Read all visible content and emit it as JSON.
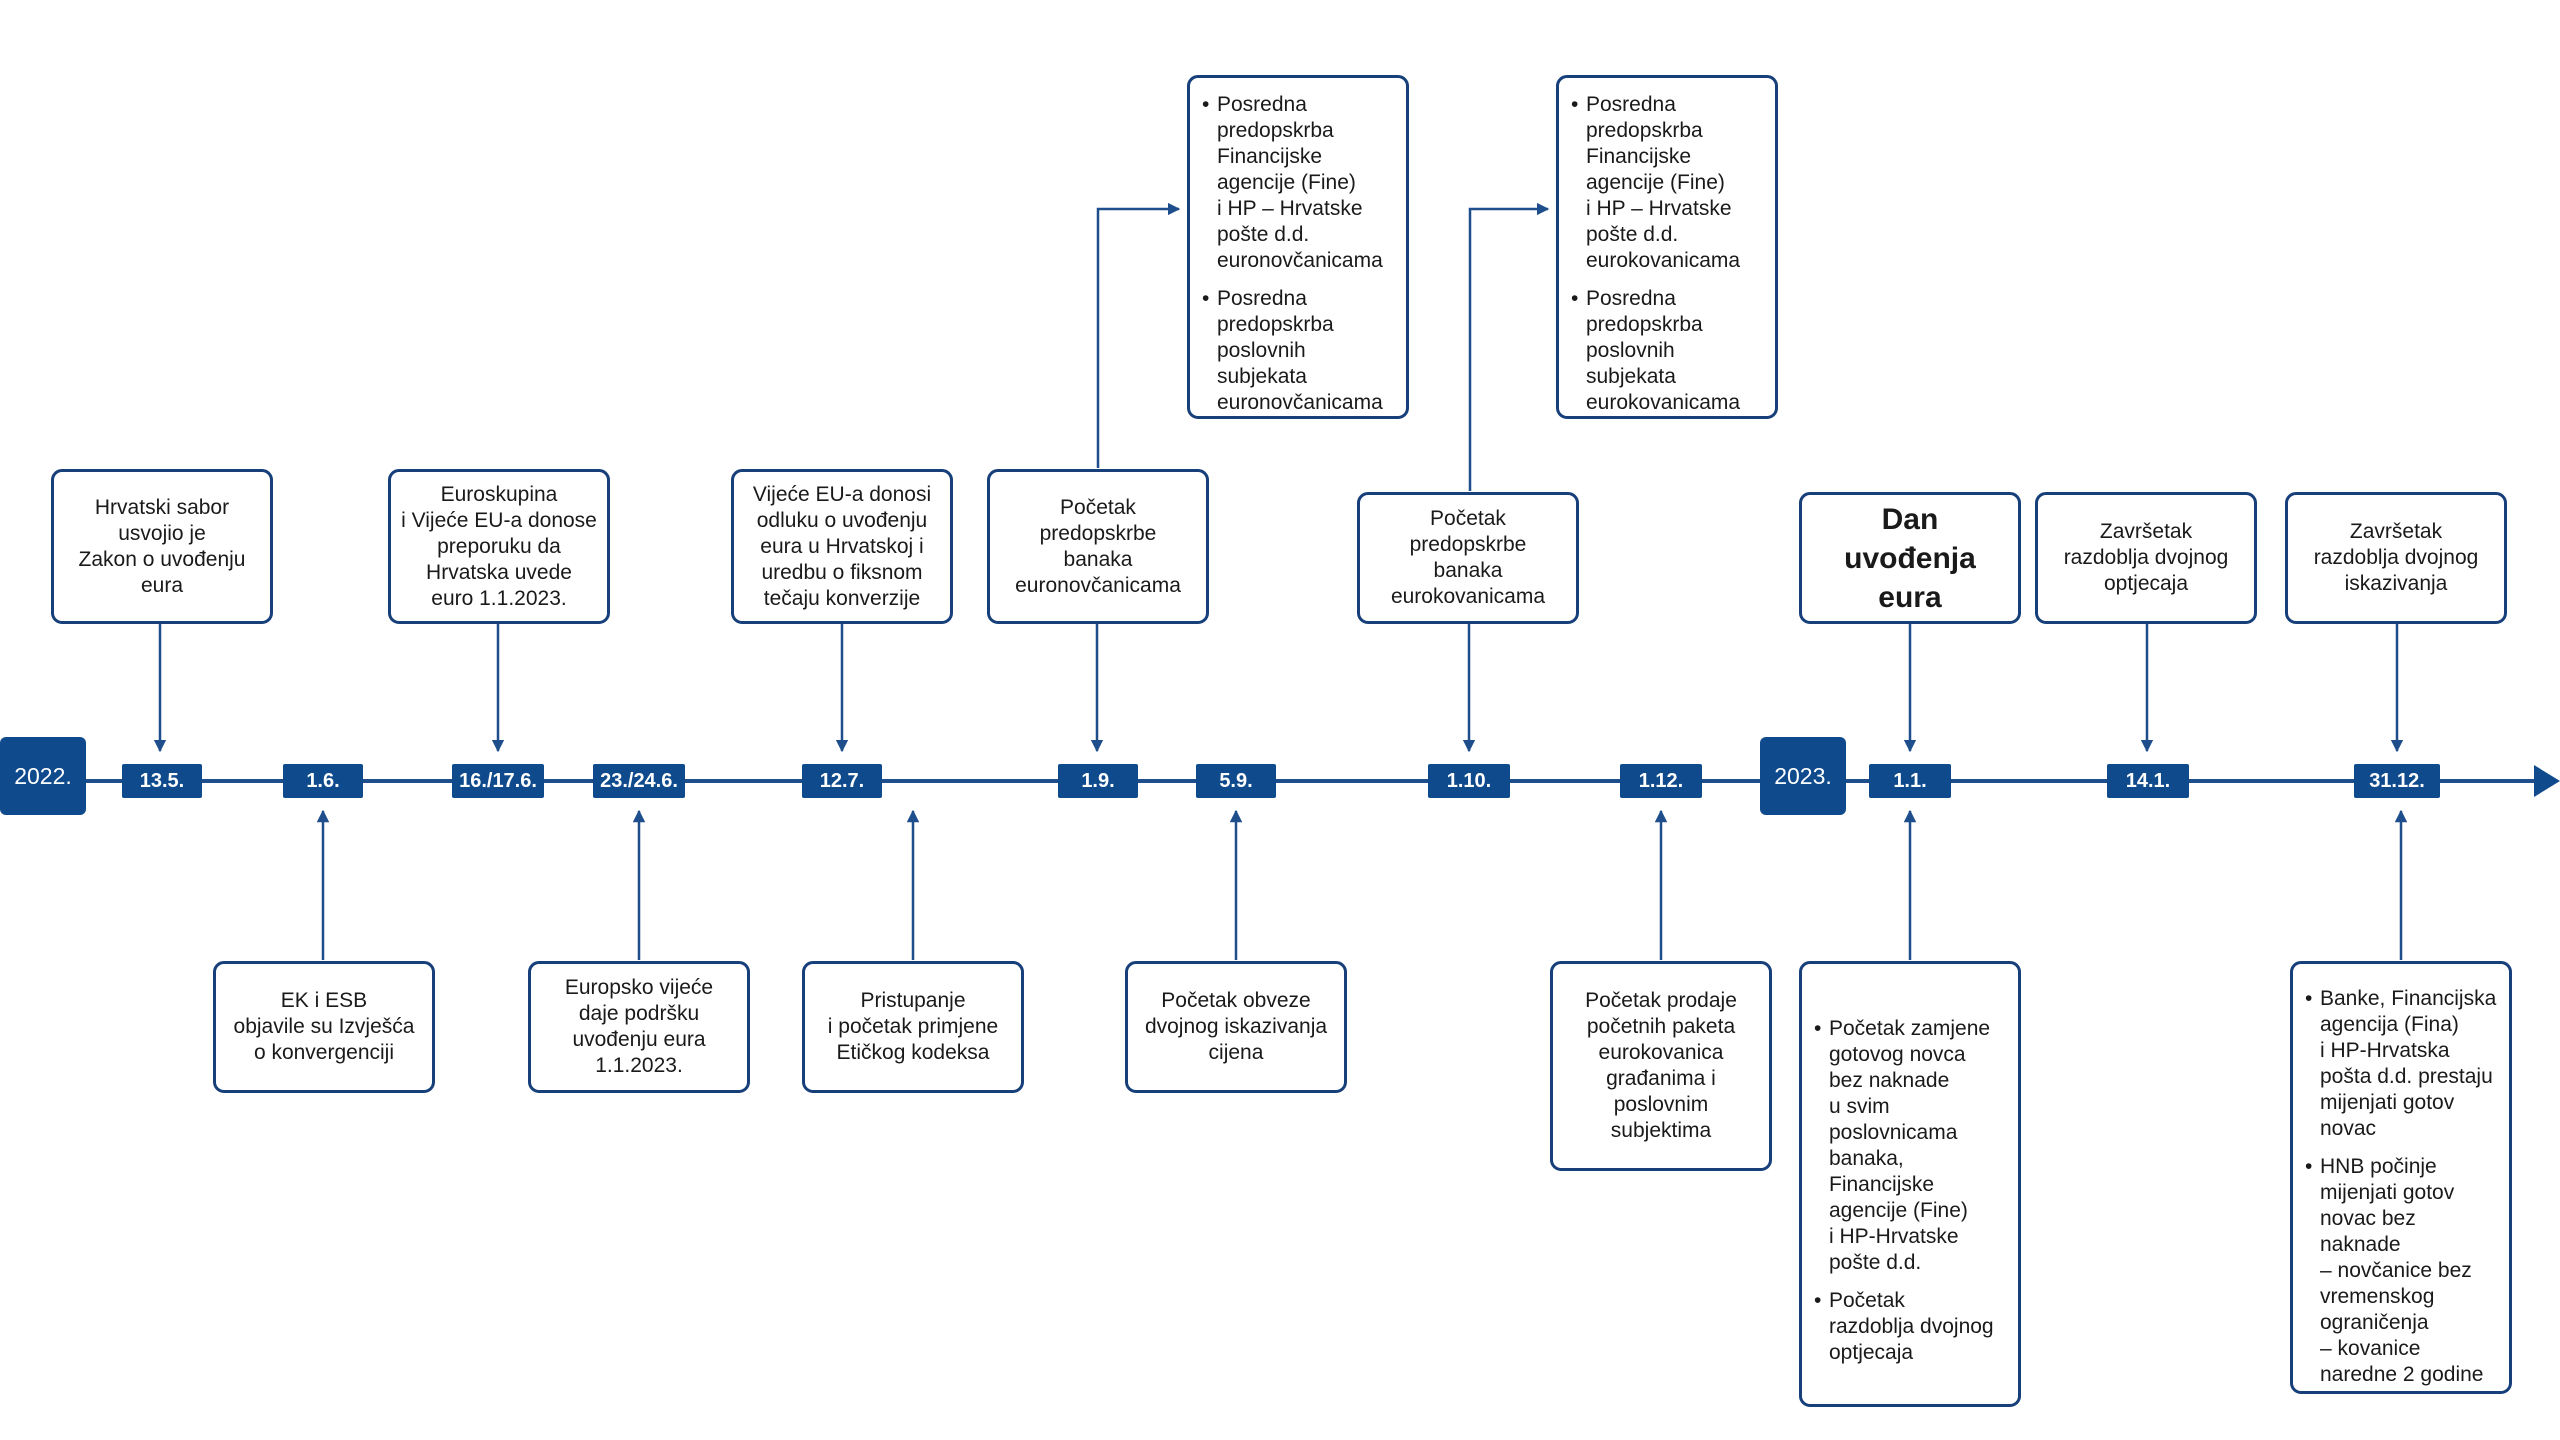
{
  "years": [
    "2022.",
    "2023."
  ],
  "dates": [
    "13.5.",
    "1.6.",
    "16./17.6.",
    "23./24.6.",
    "12.7.",
    "1.9.",
    "5.9.",
    "1.10.",
    "1.12.",
    "1.1.",
    "14.1.",
    "31.12."
  ],
  "events_above": [
    "Hrvatski sabor\nusvojio je\nZakon o uvođenju\neura",
    "Euroskupina\ni Vijeće EU-a donose\npreporuku da\nHrvatska uvede\neuro 1.1.2023.",
    "Vijeće EU-a donosi\nodluku o uvođenju\neura u Hrvatskoj i\nuredbu o fiksnom\ntečaju konverzije",
    "Početak\npredopskrbe\nbanaka\neuronovčanicama",
    "Početak\npredopskrbe\nbanaka\neurokovanicama",
    "Dan\nuvođenja\neura",
    "Završetak\nrazdoblja dvojnog\noptjecaja",
    "Završetak\nrazdoblja dvojnog\niskazivanja"
  ],
  "events_top": [
    [
      "Posredna\npredopskrba\nFinancijske\nagencije (Fine)\ni HP – Hrvatske\npošte d.d.\neuronovčanicama",
      "Posredna\npredopskrba\nposlovnih\nsubjekata\neuronovčanicama"
    ],
    [
      "Posredna\npredopskrba\nFinancijske\nagencije (Fine)\ni HP – Hrvatske\npošte d.d.\neurokovanicama",
      "Posredna\npredopskrba\nposlovnih\nsubjekata\neurokovanicama"
    ]
  ],
  "events_below": [
    "EK i ESB\nobjavile su Izvješća\no konvergenciji",
    "Europsko vijeće\ndaje podršku\nuvođenju eura\n1.1.2023.",
    "Pristupanje\ni početak primjene\nEtičkog kodeksa",
    "Početak obveze\ndvojnog iskazivanja\ncijena",
    "Početak prodaje\npočetnih paketa\neurokovanica\ngrađanima i\nposlovnim\nsubjektima"
  ],
  "events_below_lists": [
    [
      "Početak zamjene\ngotovog novca\nbez naknade\nu svim\nposlovnicama\nbanaka,\nFinancijske\nagencije (Fine)\ni HP-Hrvatske\npošte d.d.",
      "Početak\nrazdoblja dvojnog\noptjecaja"
    ],
    [
      "Banke, Financijska\nagencija (Fina)\ni HP-Hrvatska\npošta d.d. prestaju\nmijenjati gotov\nnovac",
      "HNB počinje\nmijenjati gotov\nnovac bez\nnaknade\n– novčanice bez\nvremenskog\nograničenja\n– kovanice\nnaredne 2 godine"
    ]
  ],
  "colors": {
    "primary": "#0e4a8c",
    "border": "#173f7a",
    "line": "#1f4e8c"
  }
}
